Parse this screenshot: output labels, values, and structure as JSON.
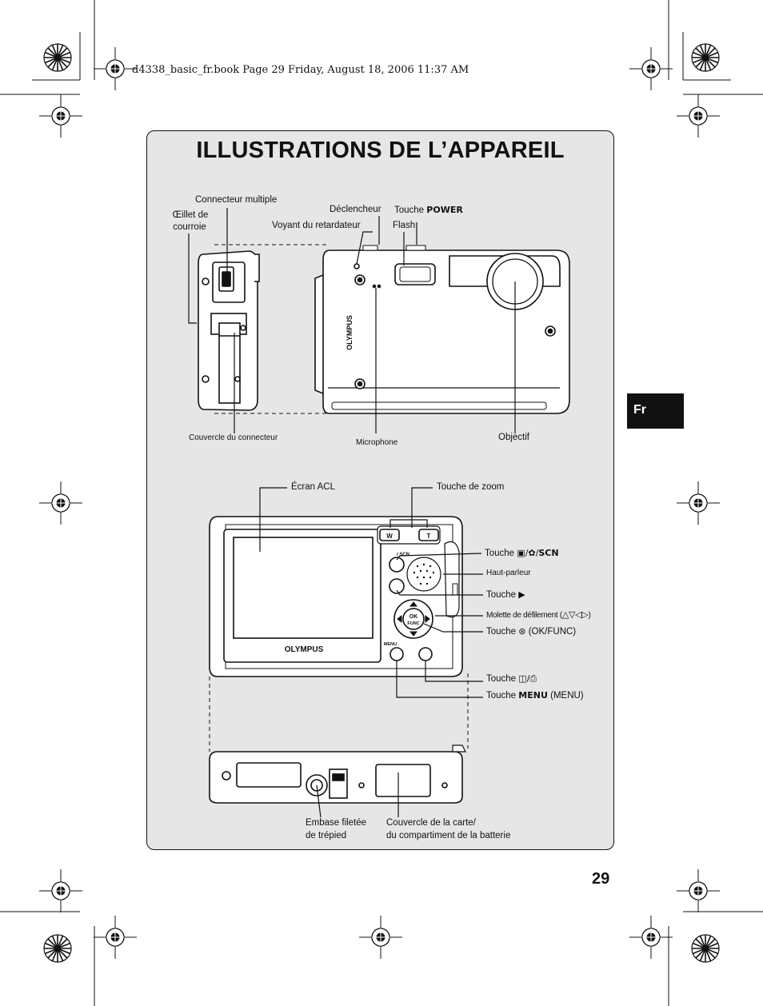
{
  "header": {
    "book_line": "d4338_basic_fr.book  Page 29  Friday, August 18, 2006  11:37 AM"
  },
  "title": "ILLUSTRATIONS DE L’APPAREIL",
  "lang_tab": "Fr",
  "page_number": "29",
  "camera": {
    "brand": "OLYMPUS"
  },
  "labels": {
    "connecteur_multiple": "Connecteur multiple",
    "oeillet_1": "Œillet de",
    "oeillet_2": "courroie",
    "declencheur": "Déclencheur",
    "touche": "Touche",
    "power": "POWER",
    "voyant": "Voyant du retardateur",
    "flash": "Flash",
    "couvercle_connecteur": "Couvercle du connecteur",
    "microphone": "Microphone",
    "objectif": "Objectif",
    "ecran_acl": "Écran ACL",
    "touche_zoom": "Touche de zoom",
    "scn": "SCN",
    "haut_parleur": "Haut-parleur",
    "molette": "Molette de défilement (",
    "ok_func": "(OK/FUNC)",
    "menu_word": "MENU",
    "menu_paren": "(MENU)",
    "embase_1": "Embase filetée",
    "embase_2": "de trépied",
    "couvercle_carte_1": "Couvercle de la carte/",
    "couvercle_carte_2": "du compartiment de la batterie"
  },
  "button_marks": {
    "w": "W",
    "t": "T",
    "ok": "OK",
    "func": "FUNC",
    "menu": "MENU",
    "scn_small": "/ SCN"
  }
}
